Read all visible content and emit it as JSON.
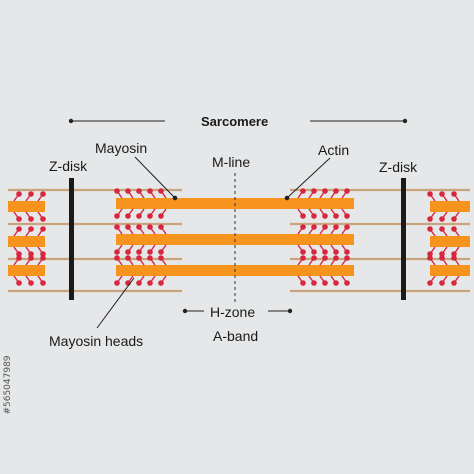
{
  "diagram": {
    "title": "Sarcomere",
    "labels": {
      "myosin": "Mayosin",
      "m_line": "M-line",
      "actin": "Actin",
      "z_disk_left": "Z-disk",
      "z_disk_right": "Z-disk",
      "myosin_heads": "Mayosin heads",
      "h_zone": "H-zone",
      "a_band": "A-band"
    },
    "colors": {
      "background": "#e6e7e8",
      "myosin_filament": "#f7941d",
      "actin_filament": "#c9a27e",
      "myosin_head": "#d7263d",
      "z_disk": "#1a1a1a"
    }
  },
  "stock": {
    "watermark_id": "#565047989"
  }
}
